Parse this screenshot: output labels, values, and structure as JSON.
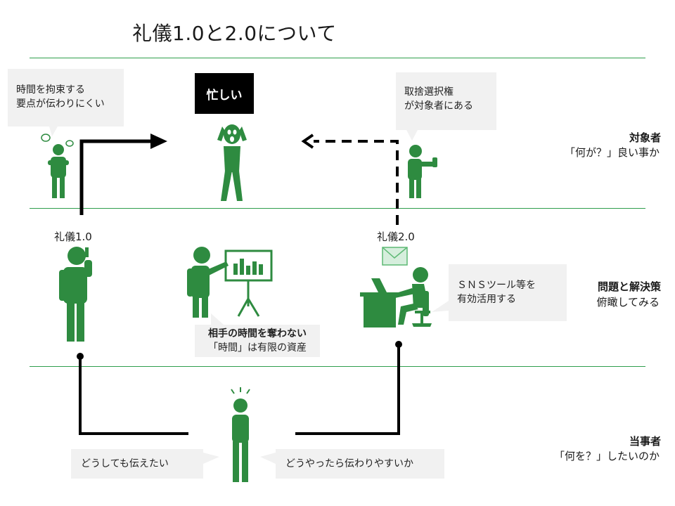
{
  "title": "礼儀1.0と2.0について",
  "center_box": "忙しい",
  "bubbles": {
    "time_bind": [
      "時間を拘束する",
      "要点が伝わりにくい"
    ],
    "choice": [
      "取捨選択権",
      "が対象者にある"
    ],
    "sns": [
      "ＳＮＳツール等を",
      "有効活用する"
    ],
    "dont_steal_title": "相手の時間を奪わない",
    "dont_steal_sub": "「時間」は有限の資産",
    "want_convey": "どうしても伝えたい",
    "how_convey": "どうやったら伝わりやすいか"
  },
  "labels": {
    "v1": "礼儀1.0",
    "v2": "礼儀2.0"
  },
  "side": {
    "target_title": "対象者",
    "target_sub": "「何が？」良い事か",
    "problem_title": "問題と解決策",
    "problem_sub": "俯瞰してみる",
    "self_title": "当事者",
    "self_sub": "「何を？」したいのか"
  },
  "colors": {
    "green": "#2e8b40",
    "rule": "#2e9e4c",
    "bubble": "#f1f1f1"
  },
  "icons": [
    "thinking-person-icon",
    "shocked-person-icon",
    "thumbs-up-person-icon",
    "phone-person-icon",
    "presenter-icon",
    "desk-worker-icon",
    "mail-icon",
    "worried-person-icon"
  ]
}
